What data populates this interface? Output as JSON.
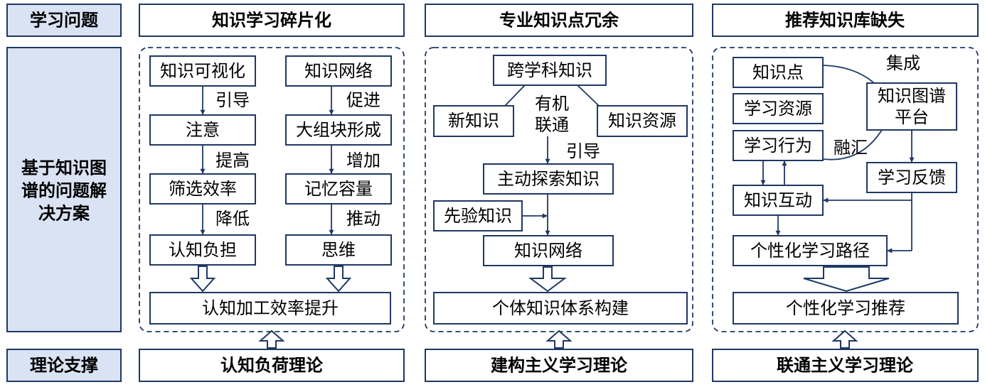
{
  "side": {
    "problem_label": "学习问题",
    "solution_label": [
      "基于知识图",
      "谱的问题解",
      "决方案"
    ],
    "theory_label": "理论支撑"
  },
  "col1": {
    "header": "知识学习碎片化",
    "left": [
      "知识可视化",
      "注意",
      "筛选效率",
      "认知负担"
    ],
    "left_edges": [
      "引导",
      "提高",
      "降低"
    ],
    "right": [
      "知识网络",
      "大组块形成",
      "记忆容量",
      "思维"
    ],
    "right_edges": [
      "促进",
      "增加",
      "推动"
    ],
    "result": "认知加工效率提升",
    "theory": "认知负荷理论"
  },
  "col2": {
    "header": "专业知识点冗余",
    "top": "跨学科知识",
    "left": "新知识",
    "center": [
      "有机",
      "联通"
    ],
    "right": "知识资源",
    "edge_guide": "引导",
    "explore": "主动探索知识",
    "prior": "先验知识",
    "network": "知识网络",
    "result": "个体知识体系构建",
    "theory": "建构主义学习理论"
  },
  "col3": {
    "header": "推荐知识库缺失",
    "point": "知识点",
    "resource": "学习资源",
    "behavior": "学习行为",
    "integrate": "集成",
    "platform": [
      "知识图谱",
      "平台"
    ],
    "converge": "融汇",
    "feedback": "学习反馈",
    "interaction": "知识互动",
    "path": "个性化学习路径",
    "result": "个性化学习推荐",
    "theory": "联通主义学习理论"
  }
}
